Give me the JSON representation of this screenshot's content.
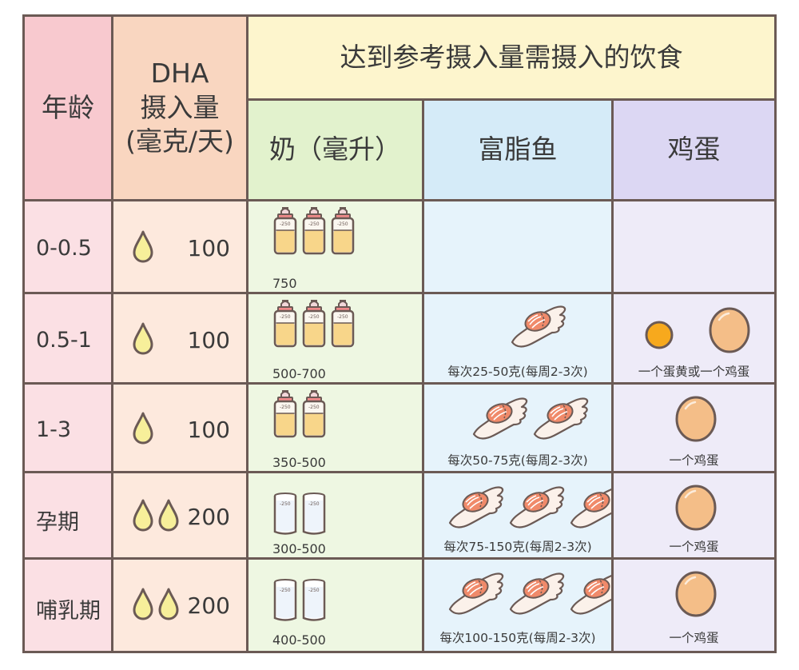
{
  "headers": {
    "age": "年龄",
    "dha_lines": [
      "DHA",
      "摄入量",
      "(毫克/天)"
    ],
    "diet_group": "达到参考摄入量需摄入的饮食",
    "milk": "奶（毫升）",
    "fish": "富脂鱼",
    "egg": "鸡蛋"
  },
  "bottle_tick_label": "-250",
  "rows": [
    {
      "age": "0-0.5",
      "dha": "100",
      "drops": 1,
      "milk_icon": "baby-bottle",
      "milk_count": 3,
      "milk_amount": "750",
      "fish_count": 0,
      "fish_text": "",
      "egg_text": "",
      "egg_items": []
    },
    {
      "age": "0.5-1",
      "dha": "100",
      "drops": 1,
      "milk_icon": "baby-bottle",
      "milk_count": 3,
      "milk_amount": "500-700",
      "fish_count": 1,
      "fish_text": "每次25-50克(每周2-3次)",
      "egg_text": "一个蛋黄或一个鸡蛋",
      "egg_items": [
        "yolk",
        "egg"
      ]
    },
    {
      "age": "1-3",
      "dha": "100",
      "drops": 1,
      "milk_icon": "baby-bottle",
      "milk_count": 2,
      "milk_amount": "350-500",
      "fish_count": 2,
      "fish_text": "每次50-75克(每周2-3次)",
      "egg_text": "一个鸡蛋",
      "egg_items": [
        "egg"
      ]
    },
    {
      "age": "孕期",
      "dha": "200",
      "drops": 2,
      "milk_icon": "milk-glass",
      "milk_count": 2,
      "milk_amount": "300-500",
      "fish_count": 3,
      "fish_text": "每次75-150克(每周2-3次)",
      "egg_text": "一个鸡蛋",
      "egg_items": [
        "egg"
      ]
    },
    {
      "age": "哺乳期",
      "dha": "200",
      "drops": 2,
      "milk_icon": "milk-glass",
      "milk_count": 2,
      "milk_amount": "400-500",
      "fish_count": 3,
      "fish_text": "每次100-150克(每周2-3次)",
      "egg_text": "一个鸡蛋",
      "egg_items": [
        "egg"
      ]
    }
  ],
  "colors": {
    "border": "#6b5a55",
    "drop": "#f7ef9a",
    "milk_fill": "#f8d68a",
    "fish": "#f08a6a",
    "egg": "#f4be88",
    "yolk": "#f7a91d"
  }
}
